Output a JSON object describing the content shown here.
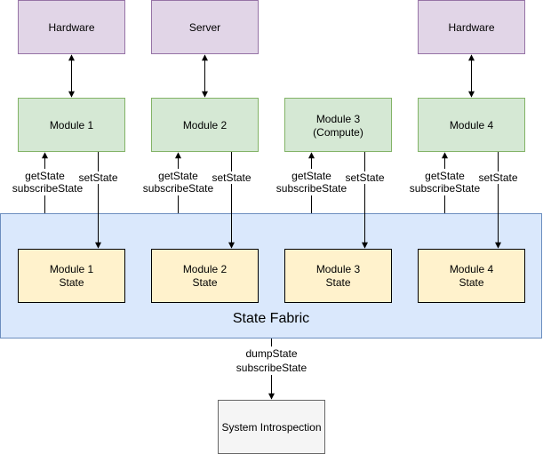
{
  "colors": {
    "purple_fill": "#e1d5e7",
    "purple_stroke": "#9673a6",
    "green_fill": "#d5e8d4",
    "green_stroke": "#82b366",
    "blue_fill": "#dae8fc",
    "blue_stroke": "#6c8ebf",
    "yellow_fill": "#fff2cc",
    "yellow_stroke": "#000000",
    "grey_fill": "#f5f5f5",
    "grey_stroke": "#666666",
    "arrow": "#000000"
  },
  "top_boxes": [
    {
      "label": "Hardware"
    },
    {
      "label": "Server"
    },
    {
      "label": "Hardware"
    }
  ],
  "modules": [
    {
      "line1": "Module 1",
      "line2": ""
    },
    {
      "line1": "Module 2",
      "line2": ""
    },
    {
      "line1": "Module 3",
      "line2": "(Compute)"
    },
    {
      "line1": "Module 4",
      "line2": ""
    }
  ],
  "state_boxes": [
    {
      "line1": "Module 1",
      "line2": "State"
    },
    {
      "line1": "Module 2",
      "line2": "State"
    },
    {
      "line1": "Module 3",
      "line2": "State"
    },
    {
      "line1": "Module 4",
      "line2": "State"
    }
  ],
  "connector_labels": {
    "get": "getState",
    "subscribe": "subscribeState",
    "set": "setState"
  },
  "fabric": {
    "title": "State Fabric"
  },
  "bottom": {
    "label1": "dumpState",
    "label2": "subscribeState",
    "box": "System Introspection"
  }
}
